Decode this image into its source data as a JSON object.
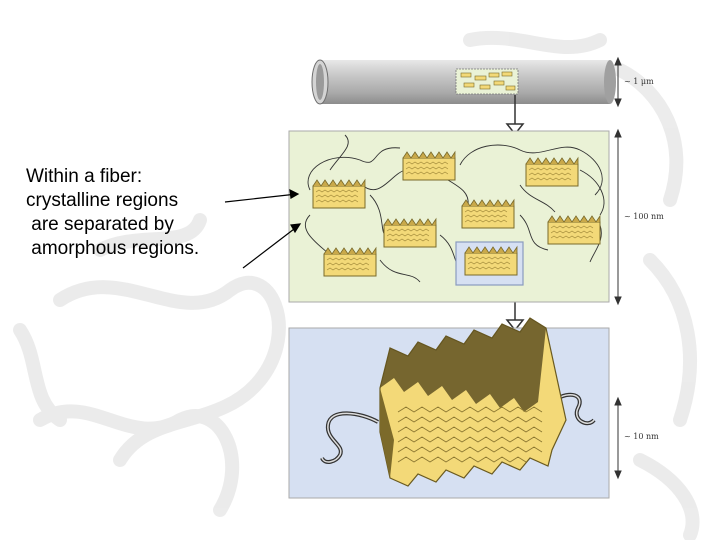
{
  "caption": {
    "lines": [
      "Within a fiber:",
      "crystalline regions",
      " are separated by",
      " amorphous regions."
    ]
  },
  "scales": {
    "fiber": "~ 1 μm",
    "network": "~ 100 nm",
    "crystallite": "~ 10 nm"
  },
  "colors": {
    "fiber_gray": "#b9b9b9",
    "network_panel": "#eaf2d6",
    "crystal_panel": "#d6e0f2",
    "crystal_yellow": "#f3d978",
    "crystal_dark": "#8a7630",
    "watermark": "#e6e6e6"
  }
}
